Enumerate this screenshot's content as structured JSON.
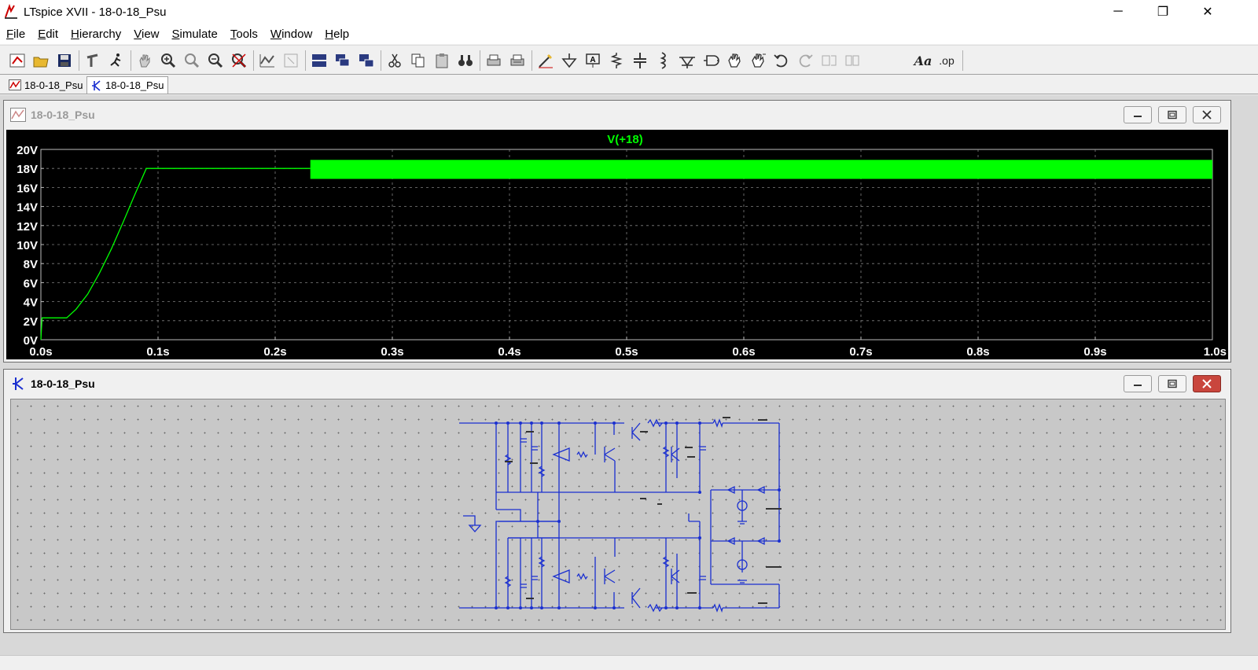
{
  "window": {
    "title": "LTspice XVII - 18-0-18_Psu",
    "controls": {
      "minimize": "─",
      "maximize": "❐",
      "close": "✕"
    }
  },
  "menu": {
    "items": [
      {
        "accel": "F",
        "rest": "ile"
      },
      {
        "accel": "E",
        "rest": "dit"
      },
      {
        "accel": "H",
        "rest": "ierarchy"
      },
      {
        "accel": "V",
        "rest": "iew"
      },
      {
        "accel": "S",
        "rest": "imulate"
      },
      {
        "accel": "T",
        "rest": "ools"
      },
      {
        "accel": "W",
        "rest": "indow"
      },
      {
        "accel": "H",
        "rest": "elp"
      }
    ]
  },
  "toolbar": {
    "buttons": [
      "control-panel-icon",
      "open-icon",
      "save-icon",
      "settings-hammer-icon",
      "run-icon",
      "pan-hand-icon",
      "zoom-in-icon",
      "zoom-area-icon",
      "zoom-out-icon",
      "zoom-fit-icon",
      "autoscale-icon",
      "cursor-icon",
      "tile-horizontal-icon",
      "cascade-icon",
      "tile-vertical-icon",
      "cut-icon",
      "copy-icon",
      "paste-icon",
      "find-icon",
      "print-icon",
      "print-setup-icon",
      "wire-icon",
      "ground-icon",
      "label-net-icon",
      "resistor-icon",
      "capacitor-icon",
      "inductor-icon",
      "diode-icon",
      "component-icon",
      "move-icon",
      "drag-icon",
      "undo-icon",
      "redo-icon",
      "rotate-icon",
      "mirror-icon",
      "text-icon",
      "spice-directive-icon"
    ],
    "text_label": "Aa",
    "op_label": ".op"
  },
  "tabs": [
    {
      "label": "18-0-18_Psu",
      "kind": "waveform"
    },
    {
      "label": "18-0-18_Psu",
      "kind": "schematic"
    }
  ],
  "waveform_window": {
    "title": "18-0-18_Psu",
    "trace_label": "V(+18)",
    "trace_color": "#00ff00"
  },
  "schematic_window": {
    "title": "18-0-18_Psu"
  },
  "chart_data": {
    "type": "line",
    "title": "V(+18)",
    "x_ticks": [
      "0.0s",
      "0.1s",
      "0.2s",
      "0.3s",
      "0.4s",
      "0.5s",
      "0.6s",
      "0.7s",
      "0.8s",
      "0.9s",
      "1.0s"
    ],
    "y_ticks": [
      "20V",
      "18V",
      "16V",
      "14V",
      "12V",
      "10V",
      "8V",
      "6V",
      "4V",
      "2V",
      "0V"
    ],
    "xlim": [
      0,
      1.0
    ],
    "ylim": [
      0,
      20
    ],
    "grid": true,
    "series": [
      {
        "name": "V(+18)",
        "color": "#00ff00",
        "x": [
          0,
          0.001,
          0.022,
          0.03,
          0.04,
          0.05,
          0.06,
          0.07,
          0.08,
          0.09,
          0.23
        ],
        "y": [
          0,
          2.3,
          2.3,
          3.2,
          4.8,
          7.0,
          9.5,
          12.3,
          15.2,
          18.0,
          18.0
        ],
        "ripple_from_x": 0.23,
        "ripple_band": [
          16.9,
          18.9
        ]
      }
    ]
  }
}
